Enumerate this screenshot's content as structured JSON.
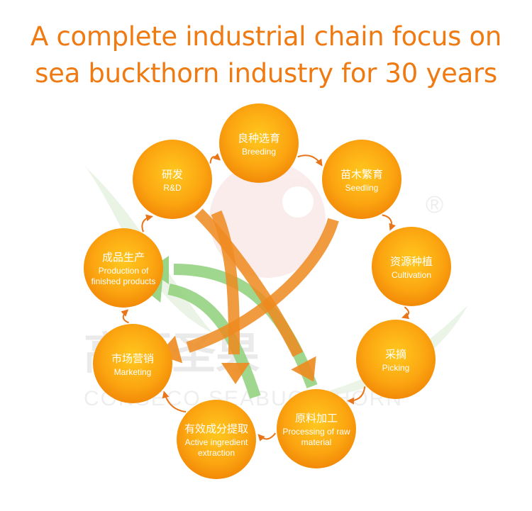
{
  "title": {
    "line1": "A complete industrial chain focus on",
    "line2": "sea buckthorn industry for 30 years"
  },
  "watermark": {
    "cn": "高原圣果",
    "en": "CONSECO SEABUCKTHORN",
    "registered": "®"
  },
  "colors": {
    "accent": "#f07a12",
    "node_light": "#ffc21a",
    "node_dark": "#f28a08",
    "ring_arrow": "#e9751a",
    "orange_arrow": "#ee8a1e",
    "green_arrow": "#8fd07a"
  },
  "nodes": [
    {
      "cn": "良种选育",
      "en": [
        "Breeding"
      ]
    },
    {
      "cn": "苗木繁育",
      "en": [
        "Seedling"
      ]
    },
    {
      "cn": "资源种植",
      "en": [
        "Cultivation"
      ]
    },
    {
      "cn": "采摘",
      "en": [
        "Picking"
      ]
    },
    {
      "cn": "原料加工",
      "en": [
        "Processing of raw",
        "material"
      ]
    },
    {
      "cn": "有效成分提取",
      "en": [
        "Active ingredient",
        "extraction"
      ]
    },
    {
      "cn": "市场营销",
      "en": [
        "Marketing"
      ]
    },
    {
      "cn": "成品生产",
      "en": [
        "Production of",
        "finished products"
      ]
    },
    {
      "cn": "研发",
      "en": [
        "R&D"
      ]
    }
  ]
}
